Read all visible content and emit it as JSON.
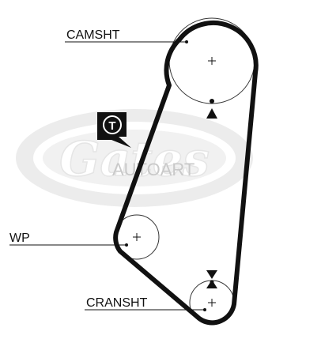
{
  "watermark": {
    "logo_text": "Gates",
    "overlay_text": "AUTOART"
  },
  "labels": {
    "camshaft": "CAMSHT",
    "water_pump": "WP",
    "crankshaft": "CRANSHT",
    "tensioner_badge": "T"
  },
  "colors": {
    "belt": "#111111",
    "watermark": "#dcdcdc",
    "pulley_outline": "#333333",
    "badge_fill": "#111111",
    "badge_text": "#ffffff"
  },
  "icons": {
    "timing_mark": "triangle-mark",
    "pulley_center": "plus"
  }
}
